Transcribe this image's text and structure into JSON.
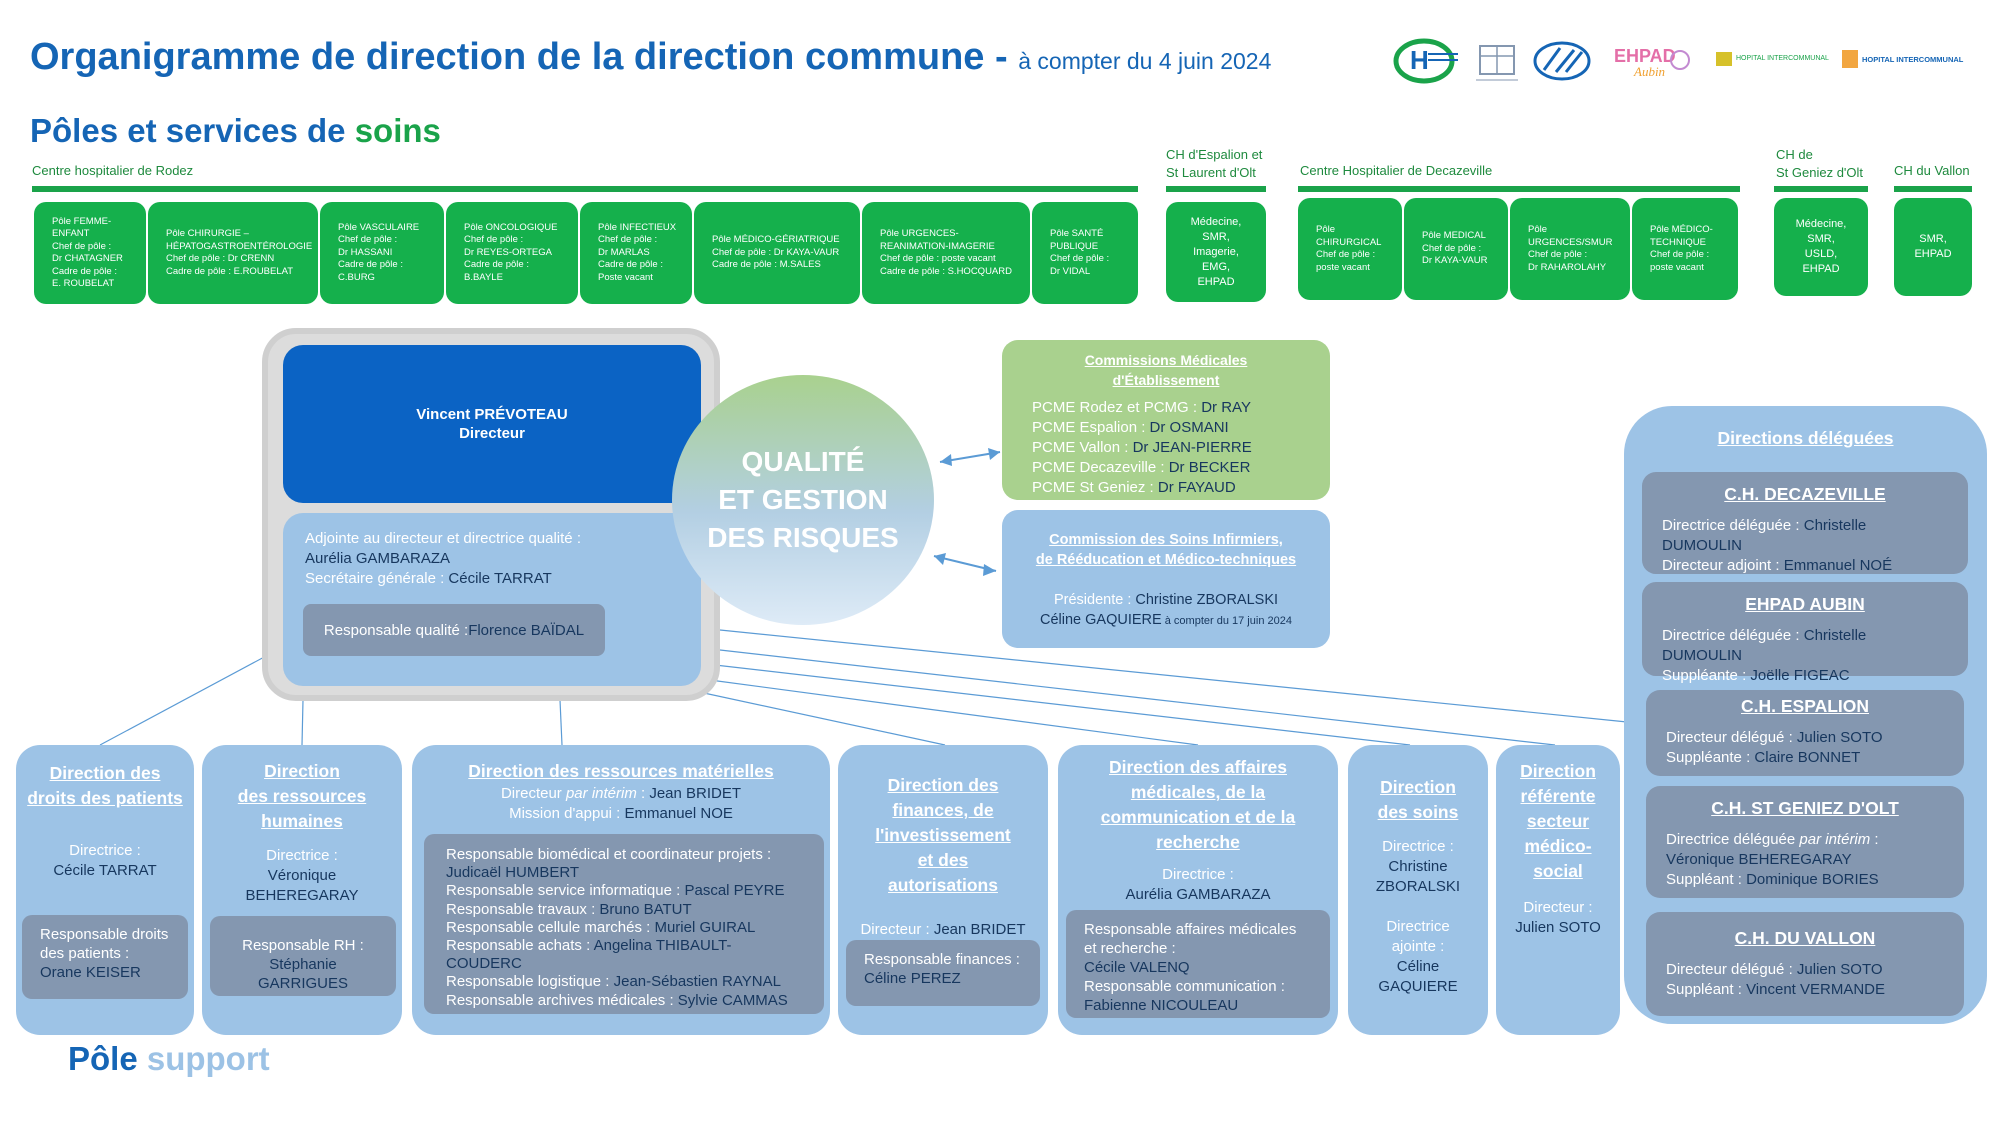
{
  "header": {
    "title": "Organigramme de direction de la direction commune - ",
    "subtitle": "à compter du 4 juin 2024",
    "section_prefix": "Pôles et services de ",
    "section_word": "soins"
  },
  "logos": [
    "hopital-logo-1",
    "hopital-logo-2",
    "hopital-logo-3",
    "ehpad-aubin-logo",
    "hopital-intercommunal-logo-1",
    "hopital-intercommunal-logo-2"
  ],
  "logo_texts": {
    "ehpad": "EHPAD",
    "aubin": "Aubin",
    "hi1": "HOPITAL INTERCOMMUNAL",
    "hi2": "HOPITAL INTERCOMMUNAL"
  },
  "hospitals": {
    "rodez": "Centre hospitalier de Rodez",
    "espalion_1": "CH d'Espalion et",
    "espalion_2": "St Laurent d'Olt",
    "decazeville": "Centre Hospitalier de Decazeville",
    "geniez_1": "CH de",
    "geniez_2": "St Geniez d'Olt",
    "vallon": "CH du Vallon"
  },
  "poles_rodez": [
    [
      "Pôle FEMME-",
      "ENFANT",
      "Chef de pôle :",
      "Dr CHATAGNER",
      "Cadre de pôle :",
      "E. ROUBELAT"
    ],
    [
      "Pôle CHIRURGIE –",
      "HÉPATOGASTROENTÉROLOGIE",
      "Chef de pôle : Dr CRENN",
      "Cadre de pôle : E.ROUBELAT"
    ],
    [
      "Pôle VASCULAIRE",
      "Chef de pôle :",
      "Dr HASSANI",
      "Cadre de pôle :",
      "C.BURG"
    ],
    [
      "Pôle ONCOLOGIQUE",
      "Chef de pôle :",
      "Dr REYES-ORTEGA",
      "Cadre de pôle :",
      "B.BAYLE"
    ],
    [
      "Pôle INFECTIEUX",
      "Chef de pôle :",
      "Dr MARLAS",
      "Cadre de pôle :",
      "Poste vacant"
    ],
    [
      "Pôle MÉDICO-GÉRIATRIQUE",
      "Chef de pôle : Dr KAYA-VAUR",
      "Cadre de pôle : M.SALES"
    ],
    [
      "Pôle URGENCES-",
      "REANIMATION-IMAGERIE",
      "Chef de pôle : poste vacant",
      "Cadre de pôle : S.HOCQUARD"
    ],
    [
      "Pôle SANTÉ",
      "PUBLIQUE",
      "Chef de pôle :",
      "Dr VIDAL"
    ]
  ],
  "pole_espalion": [
    "Médecine,",
    "SMR,",
    "Imagerie,",
    "EMG,",
    "EHPAD"
  ],
  "poles_decazeville": [
    [
      "Pôle",
      "CHIRURGICAL",
      "Chef de pôle :",
      "poste vacant"
    ],
    [
      "Pôle MEDICAL",
      "Chef de pôle :",
      "Dr KAYA-VAUR"
    ],
    [
      "Pôle",
      "URGENCES/SMUR",
      "Chef de pôle :",
      "Dr RAHAROLAHY"
    ],
    [
      "Pôle MÉDICO-",
      "TECHNIQUE",
      "Chef de pôle :",
      "poste vacant"
    ]
  ],
  "pole_geniez": [
    "Médecine,",
    "SMR,",
    "USLD,",
    "EHPAD"
  ],
  "pole_vallon": [
    "SMR,",
    "EHPAD"
  ],
  "director": {
    "name": "Vincent PRÉVOTEAU",
    "role": "Directeur"
  },
  "adjoint": {
    "label": "Adjointe au directeur et directrice qualité  :",
    "name": "Aurélia GAMBARAZA",
    "sg_label": "Secrétaire générale : ",
    "sg_name": "Cécile TARRAT",
    "rq_label": "Responsable qualité : ",
    "rq_name": "Florence BAÏDAL"
  },
  "qualite": [
    "QUALITÉ",
    "ET GESTION",
    "DES RISQUES"
  ],
  "cme": {
    "title": "Commissions Médicales d'Établissement",
    "rows": [
      {
        "label": "PCME Rodez et PCMG : ",
        "name": "Dr RAY"
      },
      {
        "label": "PCME Espalion : ",
        "name": "Dr OSMANI"
      },
      {
        "label": "PCME Vallon : ",
        "name": "Dr JEAN-PIERRE"
      },
      {
        "label": "PCME Decazeville : ",
        "name": "Dr BECKER"
      },
      {
        "label": "PCME St Geniez : ",
        "name": " Dr  FAYAUD"
      }
    ]
  },
  "csi": {
    "title_1": "Commission des Soins Infirmiers,",
    "title_2": "de Rééducation et Médico-techniques",
    "pres_label": "Présidente : ",
    "pres_name": "Christine ZBORALSKI",
    "name2": "Céline GAQUIERE",
    "date": " à compter du 17 juin 2024"
  },
  "directions": {
    "patients": {
      "title_1": "Direction des",
      "title_2": "droits des patients",
      "dir_label": "Directrice :",
      "dir_name": "Cécile TARRAT",
      "resp_1": "Responsable droits",
      "resp_2": "des patients :",
      "resp_name": "Orane KEISER"
    },
    "rh": {
      "title_1": "Direction",
      "title_2": "des ressources",
      "title_3": "humaines",
      "dir_label": "Directrice :",
      "dir_name_1": "Véronique",
      "dir_name_2": "BEHEREGARAY",
      "resp_label": "Responsable RH :",
      "resp_name": "Stéphanie GARRIGUES"
    },
    "materielles": {
      "title": "Direction des ressources matérielles",
      "dir_label_1": "Directeur ",
      "dir_label_2": "par intérim",
      "dir_label_3": " : ",
      "dir_name": "Jean BRIDET",
      "mission_label": "Mission d'appui : ",
      "mission_name": "Emmanuel NOE",
      "rows": [
        {
          "label": "Responsable biomédical et coordinateur projets :",
          "name": ""
        },
        {
          "label": "",
          "name": "Judicaël HUMBERT"
        },
        {
          "label": "Responsable service informatique : ",
          "name": "Pascal PEYRE"
        },
        {
          "label": "Responsable travaux : ",
          "name": "Bruno BATUT"
        },
        {
          "label": "Responsable cellule marchés : ",
          "name": "Muriel GUIRAL"
        },
        {
          "label": "Responsable achats : ",
          "name": "Angelina THIBAULT-COUDERC"
        },
        {
          "label": "Responsable logistique : ",
          "name": "Jean-Sébastien RAYNAL"
        },
        {
          "label": "Responsable archives médicales : ",
          "name": "Sylvie CAMMAS"
        }
      ]
    },
    "finances": {
      "title": [
        "Direction des",
        "finances, de",
        "l'investissement",
        "et des",
        "autorisations"
      ],
      "dir_label": "Directeur : ",
      "dir_name": "Jean BRIDET",
      "resp_label": "Responsable finances :",
      "resp_name": "Céline PEREZ"
    },
    "affaires": {
      "title": [
        "Direction des affaires",
        "médicales, de la",
        "communication et de la",
        "recherche"
      ],
      "dir_label": "Directrice :",
      "dir_name": "Aurélia GAMBARAZA",
      "resp_1": "Responsable affaires médicales",
      "resp_2": "et recherche :",
      "resp_name_1": "Cécile VALENQ",
      "resp_3": "Responsable communication :",
      "resp_name_2": "Fabienne NICOULEAU"
    },
    "soins": {
      "title": [
        "Direction",
        "des soins"
      ],
      "dir_label": "Directrice :",
      "dir_name_1": "Christine",
      "dir_name_2": "ZBORALSKI",
      "adj_1": "Directrice",
      "adj_2": "ajointe :",
      "adj_name_1": "Céline",
      "adj_name_2": "GAQUIERE"
    },
    "medico": {
      "title": [
        "Direction",
        "référente",
        "secteur",
        "médico-",
        "social"
      ],
      "dir_label": "Directeur :",
      "dir_name": "Julien SOTO"
    }
  },
  "delegations": {
    "title": "Directions déléguées",
    "items": [
      {
        "name": "C.H. DECAZEVILLE",
        "l1": "Directrice déléguée : ",
        "l1i": "",
        "l1n": "Christelle DUMOULIN",
        "l2": "Directeur adjoint : ",
        "l2n": "Emmanuel NOÉ"
      },
      {
        "name": "EHPAD AUBIN",
        "l1": "Directrice déléguée : ",
        "l1i": "",
        "l1n": "Christelle DUMOULIN",
        "l2": "Suppléante : ",
        "l2n": "Joëlle FIGEAC"
      },
      {
        "name": "C.H. ESPALION",
        "l1": "Directeur délégué : ",
        "l1i": "",
        "l1n": "Julien SOTO",
        "l2": "Suppléante : ",
        "l2n": "Claire BONNET"
      },
      {
        "name": "C.H. ST GENIEZ D'OLT",
        "l1": "Directrice déléguée ",
        "l1i": "par intérim",
        "l1n": "Véronique BEHEREGARAY",
        "l2": "Suppléant : ",
        "l2n": "Dominique BORIES"
      },
      {
        "name": "C.H. DU VALLON",
        "l1": "Directeur délégué : ",
        "l1i": "",
        "l1n": "Julien SOTO",
        "l2": "Suppléant : ",
        "l2n": "Vincent VERMANDE"
      }
    ]
  },
  "footer": {
    "prefix": "Pôle ",
    "word": "support"
  },
  "colors": {
    "title_blue": "#1565b5",
    "green": "#15b04c",
    "light_blue": "#9dc3e6",
    "grey_blue": "#8497b0",
    "director_blue": "#0b63c4",
    "light_green": "#a9d18e"
  }
}
